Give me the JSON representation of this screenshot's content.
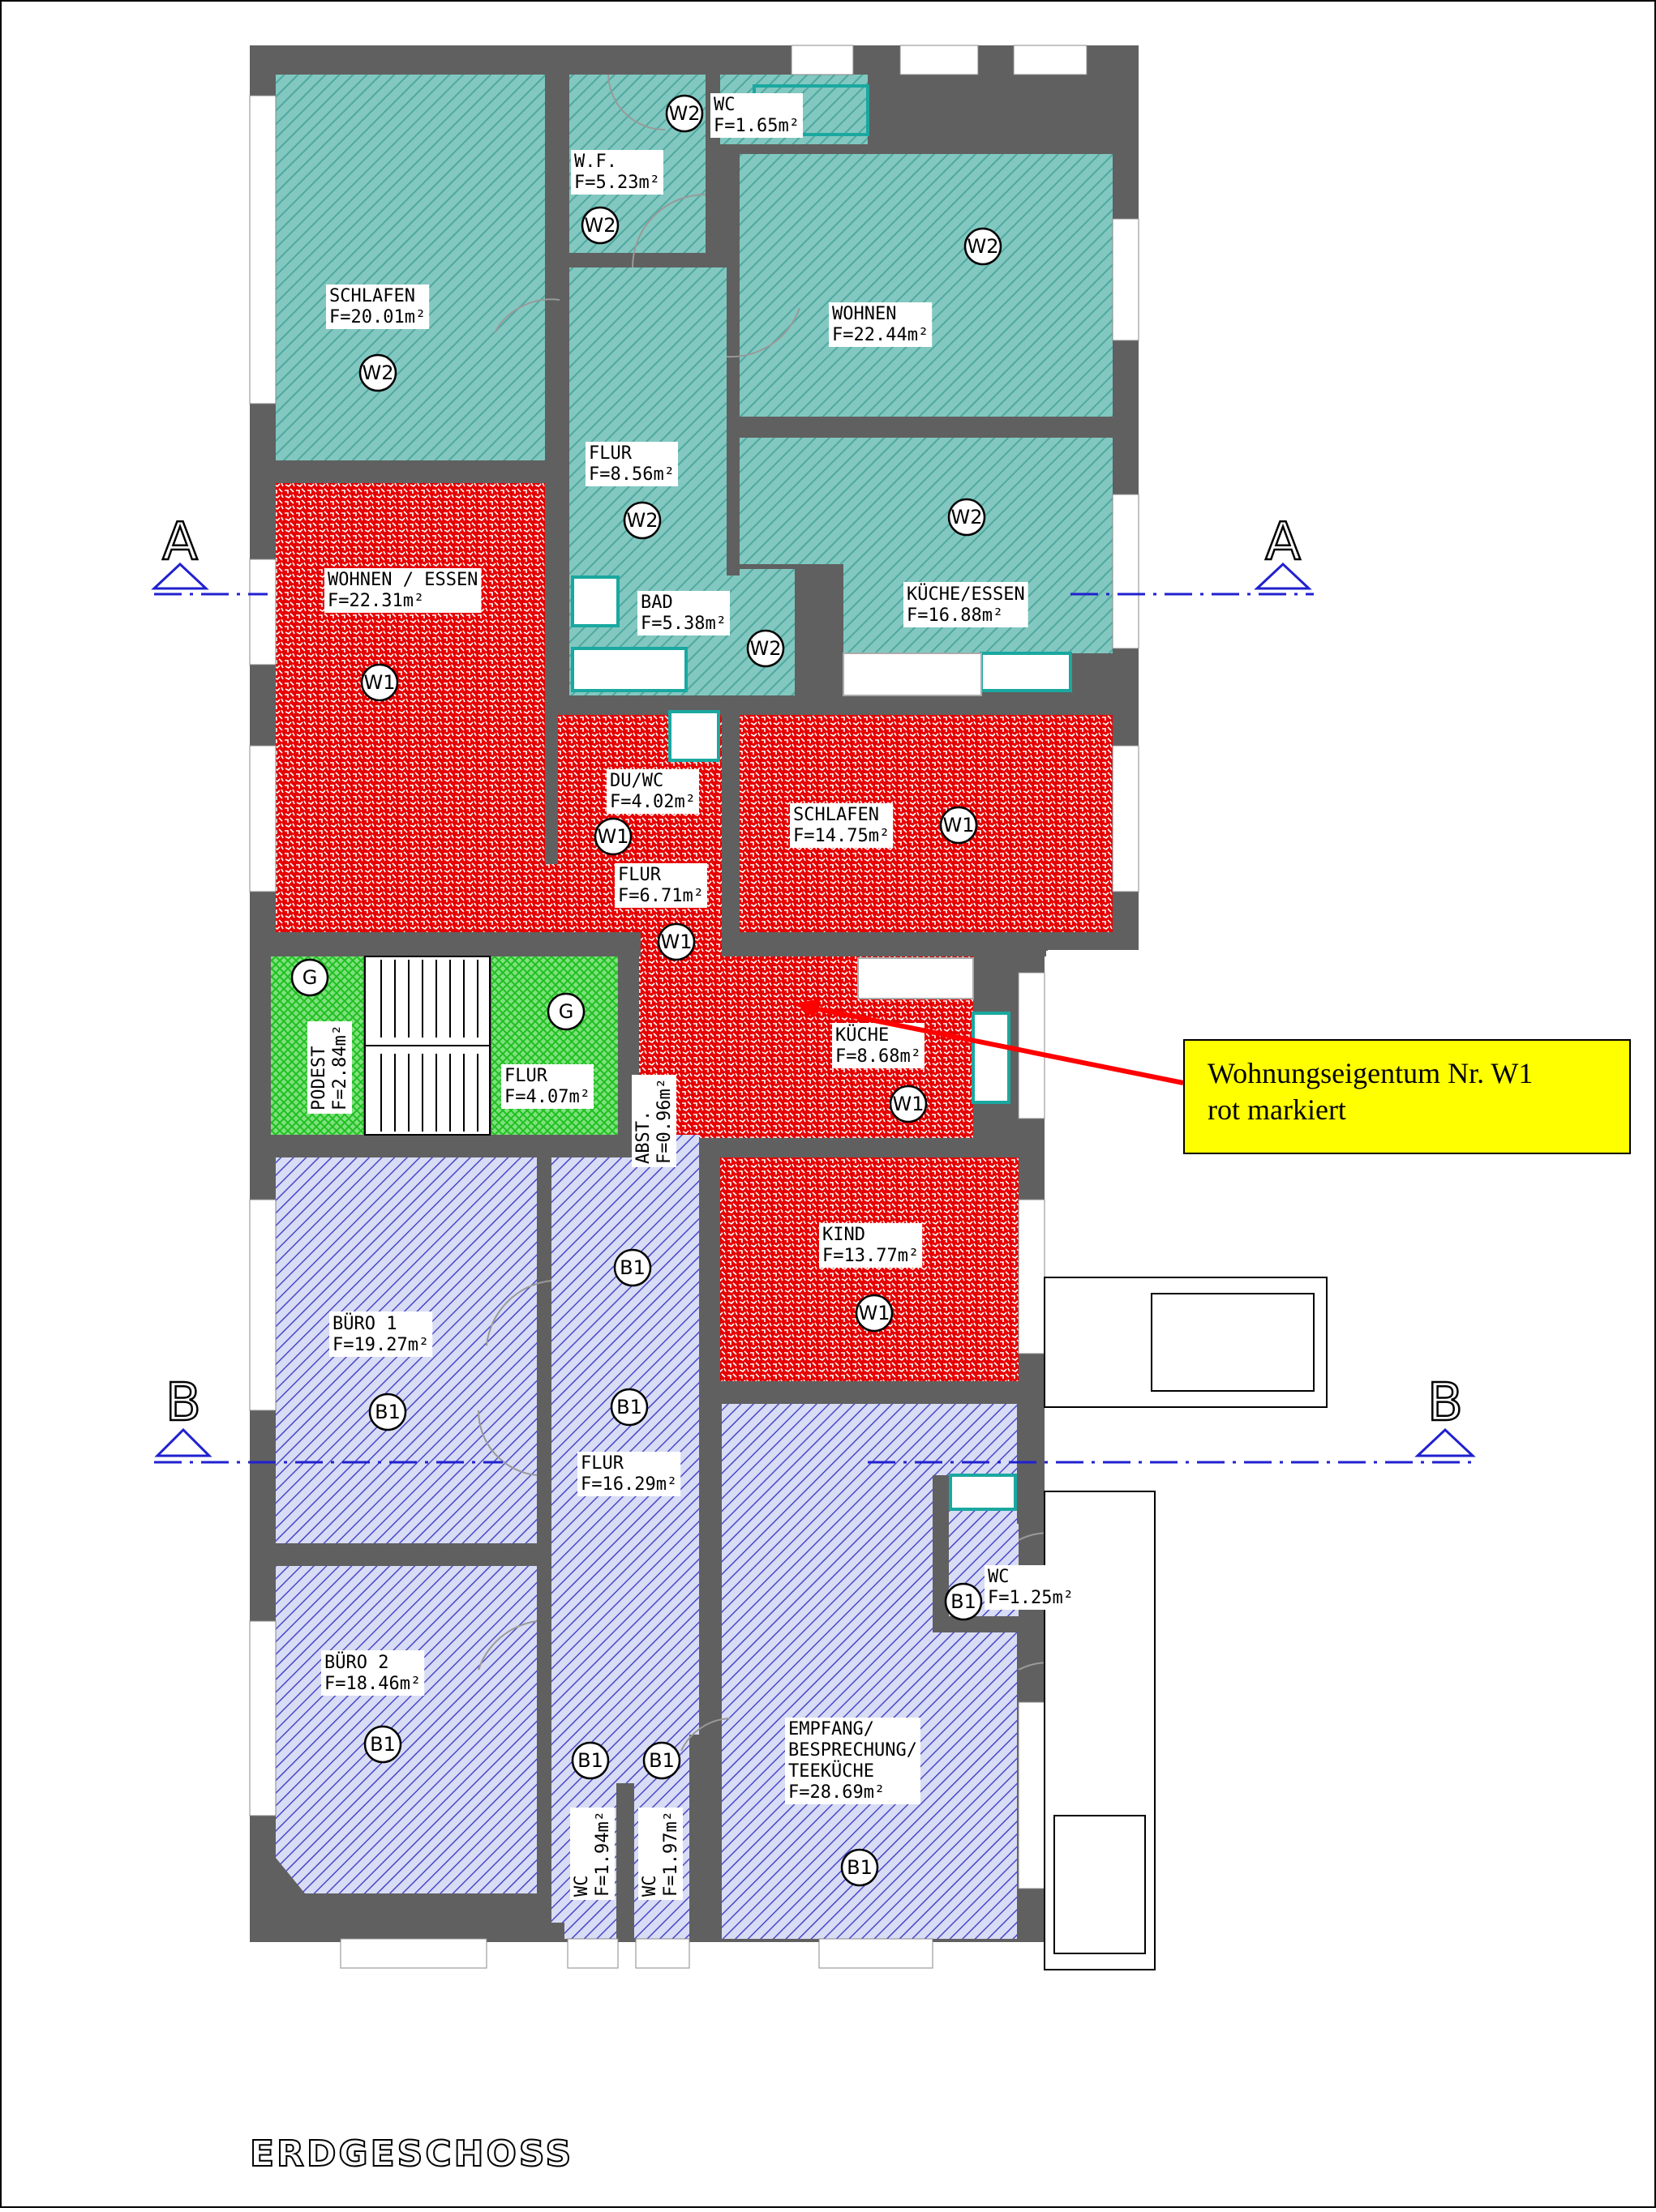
{
  "floor_title": "ERDGESCHOSS",
  "section_markers": {
    "a": "A",
    "b": "B"
  },
  "callout": {
    "line1": "Wohnungseigentum Nr. W1",
    "line2": "rot markiert"
  },
  "units": {
    "w2": {
      "color": "#82c8c0",
      "hatch": "#4fa8a0"
    },
    "w1": {
      "color": "#e60000",
      "hatch": "#ffffff"
    },
    "b1": {
      "color": "#d8dcf4",
      "hatch": "#4848c8"
    },
    "g": {
      "color": "#7fe07f",
      "hatch": "#20c020"
    }
  },
  "rooms": [
    {
      "id": "w2-schlafen",
      "unit": "w2",
      "name": "SCHLAFEN",
      "area": "F=20.01m²",
      "badge": "W2"
    },
    {
      "id": "w2-wf",
      "unit": "w2",
      "name": "W.F.",
      "area": "F=5.23m²",
      "badge": "W2"
    },
    {
      "id": "w2-wc",
      "unit": "w2",
      "name": "WC",
      "area": "F=1.65m²",
      "badge": "W2"
    },
    {
      "id": "w2-wohnen",
      "unit": "w2",
      "name": "WOHNEN",
      "area": "F=22.44m²",
      "badge": "W2"
    },
    {
      "id": "w2-flur",
      "unit": "w2",
      "name": "FLUR",
      "area": "F=8.56m²",
      "badge": "W2"
    },
    {
      "id": "w2-bad",
      "unit": "w2",
      "name": "BAD",
      "area": "F=5.38m²",
      "badge": "W2"
    },
    {
      "id": "w2-kueche",
      "unit": "w2",
      "name": "KÜCHE/ESSEN",
      "area": "F=16.88m²",
      "badge": "W2"
    },
    {
      "id": "w1-wohnen",
      "unit": "w1",
      "name": "WOHNEN / ESSEN",
      "area": "F=22.31m²",
      "badge": "W1"
    },
    {
      "id": "w1-duwc",
      "unit": "w1",
      "name": "DU/WC",
      "area": "F=4.02m²",
      "badge": "W1"
    },
    {
      "id": "w1-schlafen",
      "unit": "w1",
      "name": "SCHLAFEN",
      "area": "F=14.75m²",
      "badge": "W1"
    },
    {
      "id": "w1-flur",
      "unit": "w1",
      "name": "FLUR",
      "area": "F=6.71m²",
      "badge": "W1"
    },
    {
      "id": "w1-kueche",
      "unit": "w1",
      "name": "KÜCHE",
      "area": "F=8.68m²",
      "badge": "W1"
    },
    {
      "id": "w1-kind",
      "unit": "w1",
      "name": "KIND",
      "area": "F=13.77m²",
      "badge": "W1"
    },
    {
      "id": "g-podest",
      "unit": "g",
      "name": "PODEST",
      "area": "F=2.84m²",
      "badge": "G"
    },
    {
      "id": "g-flur",
      "unit": "g",
      "name": "FLUR",
      "area": "F=4.07m²",
      "badge": "G"
    },
    {
      "id": "b1-abst",
      "unit": "b1",
      "name": "ABST.",
      "area": "F=0.96m²",
      "badge": "B1"
    },
    {
      "id": "b1-buero1",
      "unit": "b1",
      "name": "BÜRO 1",
      "area": "F=19.27m²",
      "badge": "B1"
    },
    {
      "id": "b1-flur",
      "unit": "b1",
      "name": "FLUR",
      "area": "F=16.29m²",
      "badge": "B1"
    },
    {
      "id": "b1-wc1",
      "unit": "b1",
      "name": "WC",
      "area": "F=1.25m²",
      "badge": "B1"
    },
    {
      "id": "b1-buero2",
      "unit": "b1",
      "name": "BÜRO 2",
      "area": "F=18.46m²",
      "badge": "B1"
    },
    {
      "id": "b1-wc2",
      "unit": "b1",
      "name": "WC",
      "area": "F=1.94m²",
      "badge": "B1"
    },
    {
      "id": "b1-wc3",
      "unit": "b1",
      "name": "WC",
      "area": "F=1.97m²",
      "badge": "B1"
    },
    {
      "id": "b1-empfang",
      "unit": "b1",
      "name": "EMPFANG/ BESPRECHUNG/ TEEKÜCHE",
      "area": "F=28.69m²",
      "badge": "B1"
    }
  ]
}
